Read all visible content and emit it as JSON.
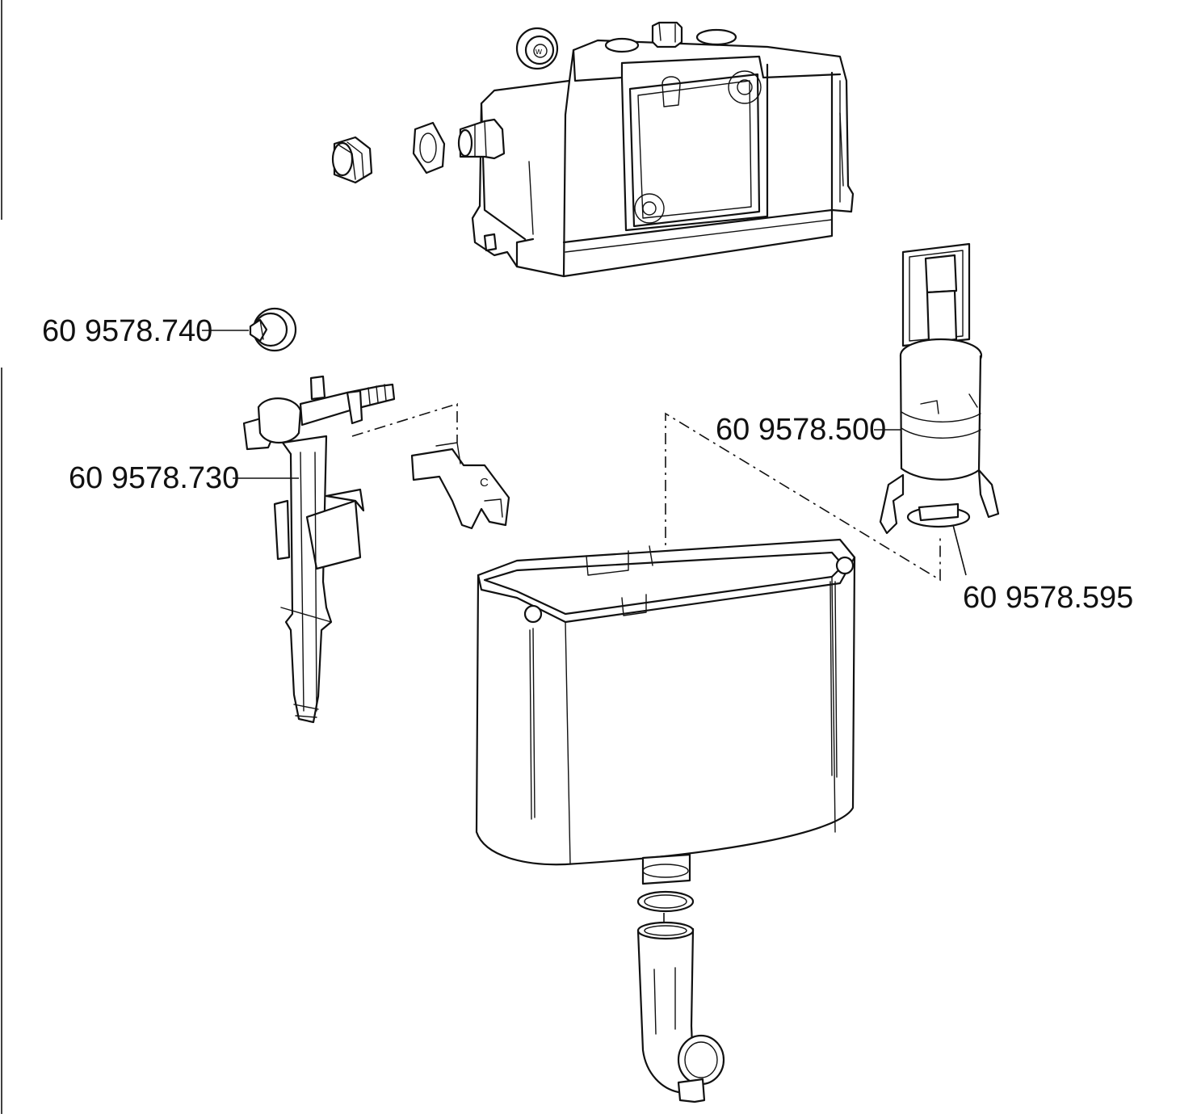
{
  "labels": {
    "float_valve_seal": "60 9578.740",
    "fill_valve": "60 9578.730",
    "flush_valve": "60 9578.500",
    "flush_valve_seal": "60 9578.595"
  },
  "colors": {
    "line": "#111111",
    "background": "#ffffff"
  }
}
